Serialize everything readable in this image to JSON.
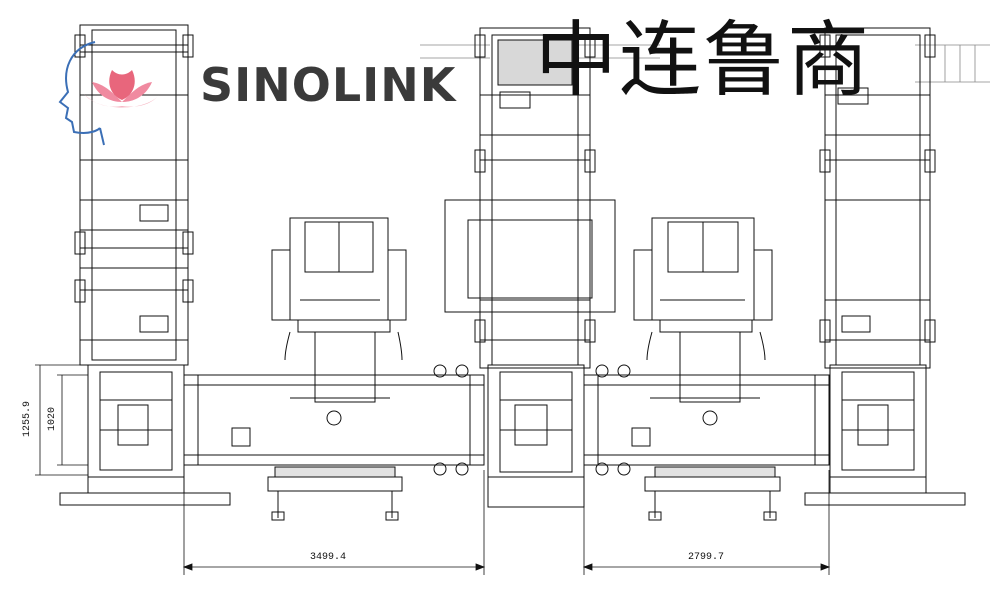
{
  "logo": {
    "brand": "SINOLINK",
    "chinese": "中连鲁商",
    "icon": "head-lotus-logo-icon",
    "colors": {
      "lotus": "#e8667c",
      "head_outline": "#3b6fb6",
      "text": "#3a3a3a"
    }
  },
  "dimensions": {
    "height_outer": "1255.9",
    "height_inner": "1020",
    "span_left": "3499.4",
    "span_right": "2799.7"
  }
}
